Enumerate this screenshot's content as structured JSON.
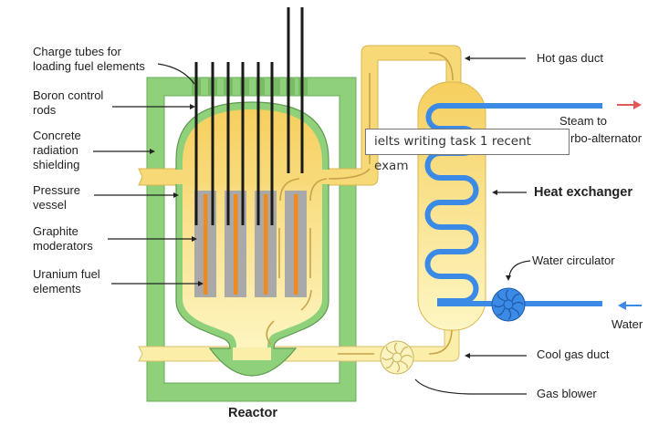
{
  "labels": {
    "charge_tubes": [
      "Charge tubes for",
      "loading fuel elements"
    ],
    "boron_rods": [
      "Boron control",
      "rods"
    ],
    "concrete": [
      "Concrete",
      "radiation",
      "shielding"
    ],
    "pressure_vessel": [
      "Pressure",
      "vessel"
    ],
    "graphite": [
      "Graphite",
      "moderators"
    ],
    "uranium": [
      "Uranium fuel",
      "elements"
    ],
    "hot_gas_duct": "Hot gas duct",
    "steam": [
      "Steam to",
      "rbo-alternator"
    ],
    "heat_exchanger": "Heat exchanger",
    "water_circulator": "Water circulator",
    "water": "Water",
    "cool_gas_duct": "Cool gas duct",
    "gas_blower": "Gas blower",
    "reactor": "Reactor"
  },
  "tooltip": "ielts writing task 1 recent exam",
  "colors": {
    "concrete": "#8fd07a",
    "gas": "#f7d978",
    "graphite": "#a9a9a9",
    "fuel": "#f08a1c",
    "steam": "#e05a5a",
    "water": "#3a8ae6"
  }
}
